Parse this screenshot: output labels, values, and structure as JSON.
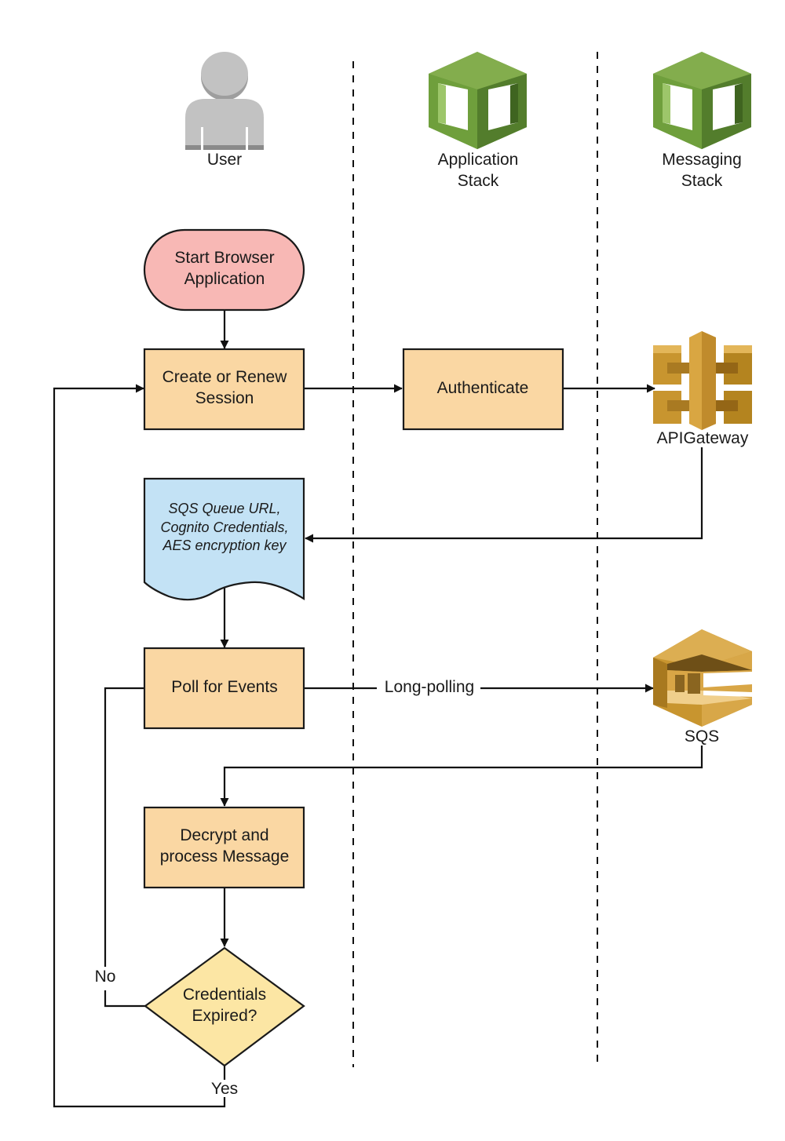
{
  "colors": {
    "process_fill": "#fad7a3",
    "start_fill": "#f8b8b5",
    "document_fill": "#c3e2f5",
    "decision_fill": "#fce6a4",
    "stack_green": "#6a9a3a",
    "aws_gold": "#d6a43e",
    "user_gray": "#bdbdbd"
  },
  "lanes": [
    {
      "id": "user",
      "label": "User",
      "icon": "user-icon"
    },
    {
      "id": "app",
      "label": [
        "Application",
        "Stack"
      ],
      "icon": "cloudformation-stack-icon"
    },
    {
      "id": "msg",
      "label": [
        "Messaging",
        "Stack"
      ],
      "icon": "cloudformation-stack-icon"
    }
  ],
  "nodes": {
    "start": {
      "type": "terminator",
      "text": [
        "Start Browser",
        "Application"
      ]
    },
    "session": {
      "type": "process",
      "text": [
        "Create or Renew",
        "Session"
      ]
    },
    "auth": {
      "type": "process",
      "text": [
        "Authenticate"
      ]
    },
    "apigw": {
      "type": "service",
      "text": [
        "APIGateway"
      ],
      "icon": "api-gateway-icon"
    },
    "creds": {
      "type": "document",
      "text": [
        "SQS Queue URL,",
        "Cognito Credentials,",
        "AES encryption key"
      ]
    },
    "poll": {
      "type": "process",
      "text": [
        "Poll for Events"
      ]
    },
    "sqs": {
      "type": "service",
      "text": [
        "SQS"
      ],
      "icon": "sqs-icon"
    },
    "decrypt": {
      "type": "process",
      "text": [
        "Decrypt and",
        "process Message"
      ]
    },
    "expired": {
      "type": "decision",
      "text": [
        "Credentials",
        "Expired?"
      ]
    }
  },
  "edges": [
    {
      "from": "start",
      "to": "session",
      "label": ""
    },
    {
      "from": "session",
      "to": "auth",
      "label": ""
    },
    {
      "from": "auth",
      "to": "apigw",
      "label": ""
    },
    {
      "from": "apigw",
      "to": "creds",
      "label": ""
    },
    {
      "from": "creds",
      "to": "poll",
      "label": ""
    },
    {
      "from": "poll",
      "to": "sqs",
      "label": "Long-polling"
    },
    {
      "from": "sqs",
      "to": "decrypt",
      "label": ""
    },
    {
      "from": "decrypt",
      "to": "expired",
      "label": ""
    },
    {
      "from": "expired",
      "to": "poll",
      "label": "No"
    },
    {
      "from": "expired",
      "to": "session",
      "label": "Yes"
    }
  ]
}
